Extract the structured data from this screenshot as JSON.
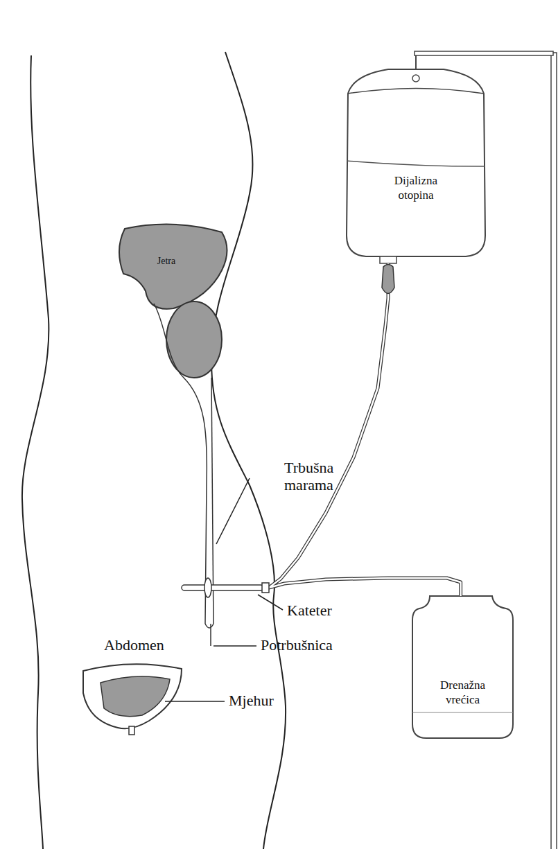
{
  "diagram": {
    "nodes": [
      {
        "text": [
          "Dijalizna otopina"
        ]
      },
      {
        "text": [
          "Jetra"
        ]
      },
      {
        "text": [
          "Drenažna vrećica"
        ]
      }
    ],
    "edges": [
      {
        "from": 0,
        "to": 2,
        "arrow": "none"
      }
    ],
    "labels": [
      "Trbušna marama",
      "Kateter",
      "Abdomen",
      "Potrbušnica",
      "Mjehur"
    ]
  }
}
